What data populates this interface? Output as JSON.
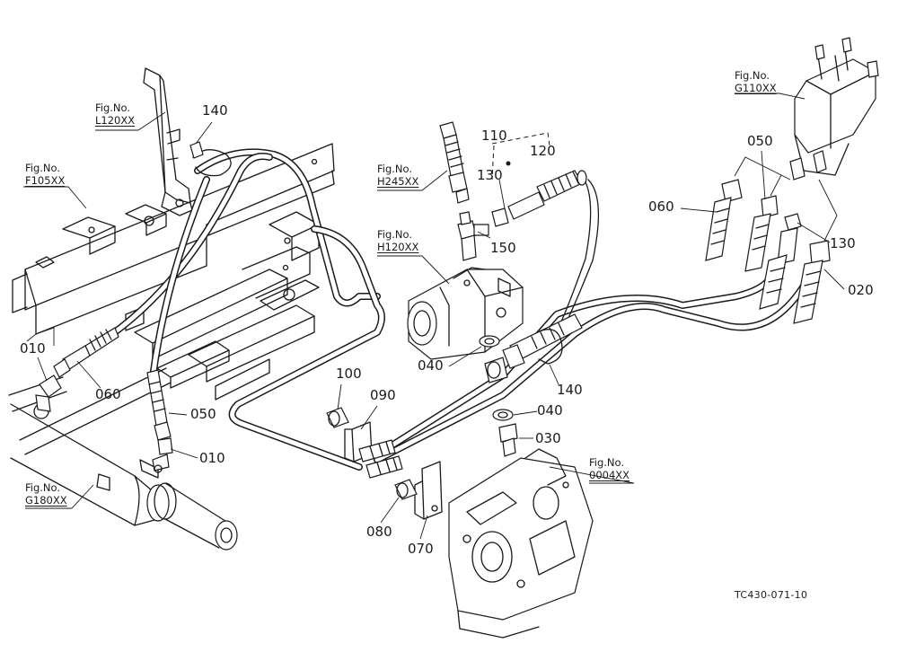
{
  "diagram": {
    "doc_code": "TC430-071-10",
    "fig_refs": [
      {
        "key": "l120",
        "label": "Fig.No.",
        "code": "L120XX"
      },
      {
        "key": "f105",
        "label": "Fig.No.",
        "code": "F105XX"
      },
      {
        "key": "h245",
        "label": "Fig.No.",
        "code": "H245XX"
      },
      {
        "key": "h120",
        "label": "Fig.No.",
        "code": "H120XX"
      },
      {
        "key": "g110",
        "label": "Fig.No.",
        "code": "G110XX"
      },
      {
        "key": "g180",
        "label": "Fig.No.",
        "code": "G180XX"
      },
      {
        "key": "d0004",
        "label": "Fig.No.",
        "code": "0004XX"
      }
    ],
    "callouts": {
      "c140_top": "140",
      "c110": "110",
      "c120": "120",
      "c130_mid": "130",
      "c150": "150",
      "c050_right": "050",
      "c060_right": "060",
      "c130_right": "130",
      "c020": "020",
      "c010_left": "010",
      "c060_left": "060",
      "c050_left": "050",
      "c010_bottom": "010",
      "c040_upper": "040",
      "c140_mid": "140",
      "c100": "100",
      "c090": "090",
      "c040_lower": "040",
      "c030": "030",
      "c080": "080",
      "c070": "070"
    }
  }
}
